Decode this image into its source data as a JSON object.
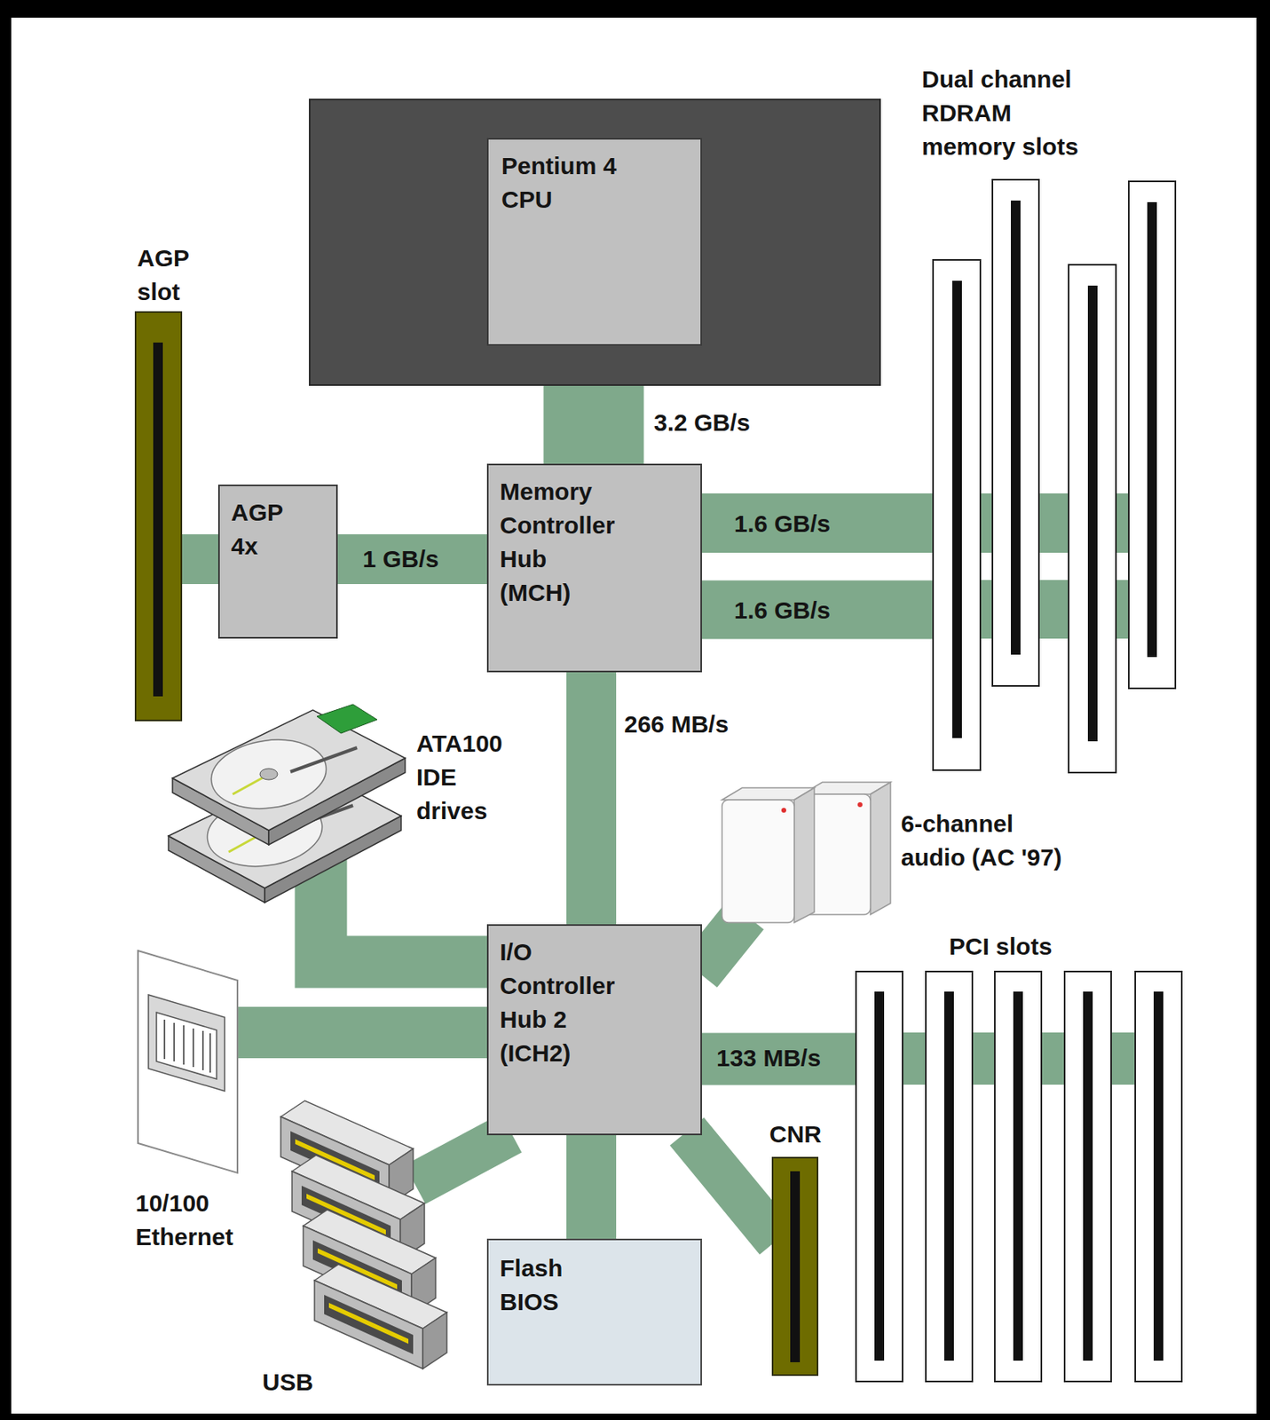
{
  "diagram": {
    "nodes": [
      {
        "text": [
          "Dual channel RDRAM memory slots"
        ]
      },
      {
        "text": [
          "Pentium 4 CPU"
        ]
      },
      {
        "text": [
          "AGP slot"
        ]
      },
      {
        "text": [
          "AGP 4x"
        ]
      },
      {
        "text": [
          "Memory Controller Hub (MCH)"
        ]
      },
      {
        "text": [
          "ATA100 IDE drives"
        ]
      },
      {
        "text": [
          "6-channel audio (AC '97)"
        ]
      },
      {
        "text": [
          "I/O Controller Hub 2 (ICH2)"
        ]
      },
      {
        "text": [
          "PCI slots"
        ]
      },
      {
        "text": [
          "CNR"
        ]
      },
      {
        "text": [
          "10/100 Ethernet"
        ]
      },
      {
        "text": [
          "Flash BIOS"
        ]
      },
      {
        "text": [
          "USB"
        ]
      }
    ],
    "edges": [
      {
        "from": 1,
        "to": 4,
        "arrow": "none",
        "label": "3.2 GB/s"
      },
      {
        "from": 3,
        "to": 2,
        "arrow": "none"
      },
      {
        "from": 4,
        "to": 3,
        "arrow": "none",
        "label": "1 GB/s"
      },
      {
        "from": 4,
        "to": 0,
        "arrow": "none",
        "label": "1.6 GB/s"
      },
      {
        "from": 4,
        "to": 0,
        "arrow": "none",
        "label": "1.6 GB/s"
      },
      {
        "from": 4,
        "to": 7,
        "arrow": "none",
        "label": "266 MB/s"
      },
      {
        "from": 7,
        "to": 5,
        "arrow": "none"
      },
      {
        "from": 7,
        "to": 6,
        "arrow": "none"
      },
      {
        "from": 7,
        "to": 8,
        "arrow": "none",
        "label": "133 MB/s"
      },
      {
        "from": 7,
        "to": 9,
        "arrow": "none"
      },
      {
        "from": 7,
        "to": 10,
        "arrow": "none"
      },
      {
        "from": 7,
        "to": 11,
        "arrow": "none"
      },
      {
        "from": 7,
        "to": 12,
        "arrow": "none"
      }
    ]
  }
}
